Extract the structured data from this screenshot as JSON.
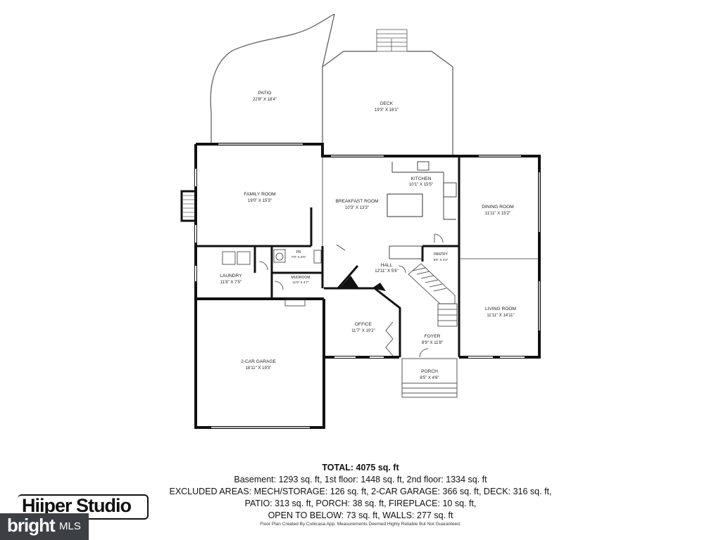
{
  "rooms": {
    "patio": {
      "name": "PATIO",
      "dim": "22'8\" X 18'4\""
    },
    "deck": {
      "name": "DECK",
      "dim": "19'3\" X 16'1\""
    },
    "kitchen": {
      "name": "KITCHEN",
      "dim": "10'1\" X 15'5\""
    },
    "family": {
      "name": "FAMILY ROOM",
      "dim": "19'0\" X 15'3\""
    },
    "breakfast": {
      "name": "BREAKFAST ROOM",
      "dim": "10'3\" X 13'3\""
    },
    "dining": {
      "name": "DINING ROOM",
      "dim": "11'11\" X 15'2\""
    },
    "pantry": {
      "name": "PANTRY",
      "dim": "5'0\" X 4'3\""
    },
    "pr": {
      "name": "PR",
      "dim": "7'0\" X 2'6\""
    },
    "hall": {
      "name": "HALL",
      "dim": "12'11\" X 5'6\""
    },
    "laundry": {
      "name": "LAUNDRY",
      "dim": "11'8\" X 7'5\""
    },
    "mudroom": {
      "name": "MUDROOM",
      "dim": "11'6\" X 4'7\""
    },
    "living": {
      "name": "LIVING ROOM",
      "dim": "11'11\" X 14'11\""
    },
    "office": {
      "name": "OFFICE",
      "dim": "11'7\" X 10'2\""
    },
    "foyer": {
      "name": "FOYER",
      "dim": "8'9\" X 11'8\""
    },
    "garage": {
      "name": "2-CAR GARAGE",
      "dim": "18'11\" X 19'3\""
    },
    "porch": {
      "name": "PORCH",
      "dim": "8'5\" X 4'6\""
    }
  },
  "summary": {
    "total": "TOTAL: 4075 sq. ft",
    "line1": "Basement: 1293 sq. ft, 1st floor: 1448 sq. ft, 2nd floor: 1334 sq. ft",
    "line2": "EXCLUDED AREAS: MECH/STORAGE: 126 sq. ft, 2-CAR GARAGE: 366 sq. ft, DECK: 316 sq. ft,",
    "line3": "PATIO: 313 sq. ft, PORCH: 38 sq. ft, FIREPLACE: 10 sq. ft,",
    "line4": "OPEN TO BELOW: 73 sq. ft, WALLS: 277 sq. ft"
  },
  "credit": "Floor Plan Created By Cubicasa App. Measurements Deemed Highly Reliable But Not Guaranteed.",
  "logos": {
    "studio": "Hiiper Studio",
    "bright": "bright",
    "mls": "MLS"
  }
}
